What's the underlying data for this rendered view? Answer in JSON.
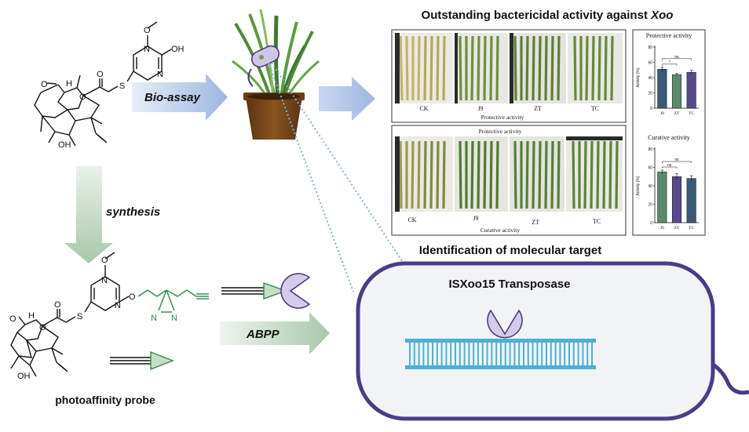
{
  "molecule_top": {
    "ome": "O",
    "oh": "OH",
    "n1": "N",
    "n2": "N",
    "s": "S",
    "ketone_o": "O",
    "h": "H",
    "ester_o": "O",
    "ester_o2": "O",
    "alcohol": "OH"
  },
  "molecule_probe": {
    "ome": "O",
    "n1": "N",
    "n2": "N",
    "o_ether": "O",
    "s": "S",
    "ketone_o": "O",
    "h": "H",
    "ester_o": "O",
    "ester_o2": "O",
    "alcohol": "OH",
    "diazirine_n1": "N",
    "diazirine_n2": "N"
  },
  "labels": {
    "bioassay": "Bio-assay",
    "synthesis": "synthesis",
    "abpp": "ABPP",
    "probe": "photoaffinity probe",
    "headline_prefix": "Outstanding bactericidal activity against ",
    "headline_italic": "Xoo",
    "target_title": "Identification of molecular target",
    "transposase": "ISXoo15 Transposase"
  },
  "photo_panels": {
    "protective": {
      "caption": "Protective activity",
      "groups": [
        "CK",
        "J9",
        "ZT",
        "TC"
      ]
    },
    "curative": {
      "caption_top": "Protective activity",
      "caption_bottom": "Curative activity",
      "groups": [
        "CK",
        "J9",
        "ZT",
        "TC"
      ]
    }
  },
  "chart_data": [
    {
      "type": "bar",
      "title": "Protective activity",
      "ylabel": "Activity (%)",
      "categories": [
        "J9",
        "ZT",
        "TC"
      ],
      "values": [
        51,
        44,
        47
      ],
      "errors": [
        2.5,
        1.5,
        2.5
      ],
      "ylim": [
        0,
        80
      ],
      "yticks": [
        "0",
        "20",
        "40",
        "60",
        "80"
      ],
      "colors": [
        "#3a5a78",
        "#5a8a6a",
        "#574a8c"
      ],
      "significance": [
        {
          "from": 0,
          "to": 1,
          "label": "*"
        },
        {
          "from": 0,
          "to": 2,
          "label": "ns"
        }
      ]
    },
    {
      "type": "bar",
      "title": "Curative activity",
      "ylabel": "Activity (%)",
      "categories": [
        "J9",
        "ZT",
        "TC"
      ],
      "values": [
        55,
        50,
        48
      ],
      "errors": [
        2,
        3,
        3
      ],
      "ylim": [
        0,
        80
      ],
      "yticks": [
        "0",
        "20",
        "40",
        "60",
        "80"
      ],
      "colors": [
        "#5a8a6a",
        "#574a8c",
        "#3a5a78"
      ],
      "significance": [
        {
          "from": 0,
          "to": 1,
          "label": "ns"
        },
        {
          "from": 0,
          "to": 2,
          "label": "ns"
        }
      ]
    }
  ],
  "colors": {
    "arrow_blue": "#a9c0e6",
    "arrow_green": "#b8d0b8",
    "cell_border": "#4c3b86",
    "cell_fill": "#f2f3f5",
    "dna": "#4ab0d4",
    "protein": "#d4cce8",
    "probe_green": "#2f8a4a"
  }
}
